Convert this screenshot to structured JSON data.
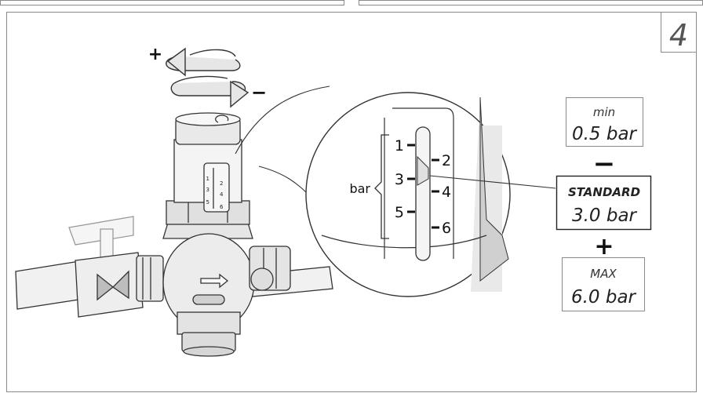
{
  "step_number": "4",
  "rotation": {
    "increase_symbol": "+",
    "decrease_symbol": "−"
  },
  "valve_scale": [
    "1",
    "2",
    "3",
    "4",
    "5",
    "6"
  ],
  "zoom": {
    "unit_label": "bar",
    "scale_left": [
      "1",
      "3",
      "5"
    ],
    "scale_right": [
      "2",
      "4",
      "6"
    ]
  },
  "pressure_settings": {
    "min": {
      "label": "min",
      "value": "0.5 bar"
    },
    "minus_symbol": "−",
    "standard": {
      "label": "STANDARD",
      "value": "3.0 bar"
    },
    "plus_symbol": "+",
    "max": {
      "label": "MAX",
      "value": "6.0 bar"
    }
  }
}
